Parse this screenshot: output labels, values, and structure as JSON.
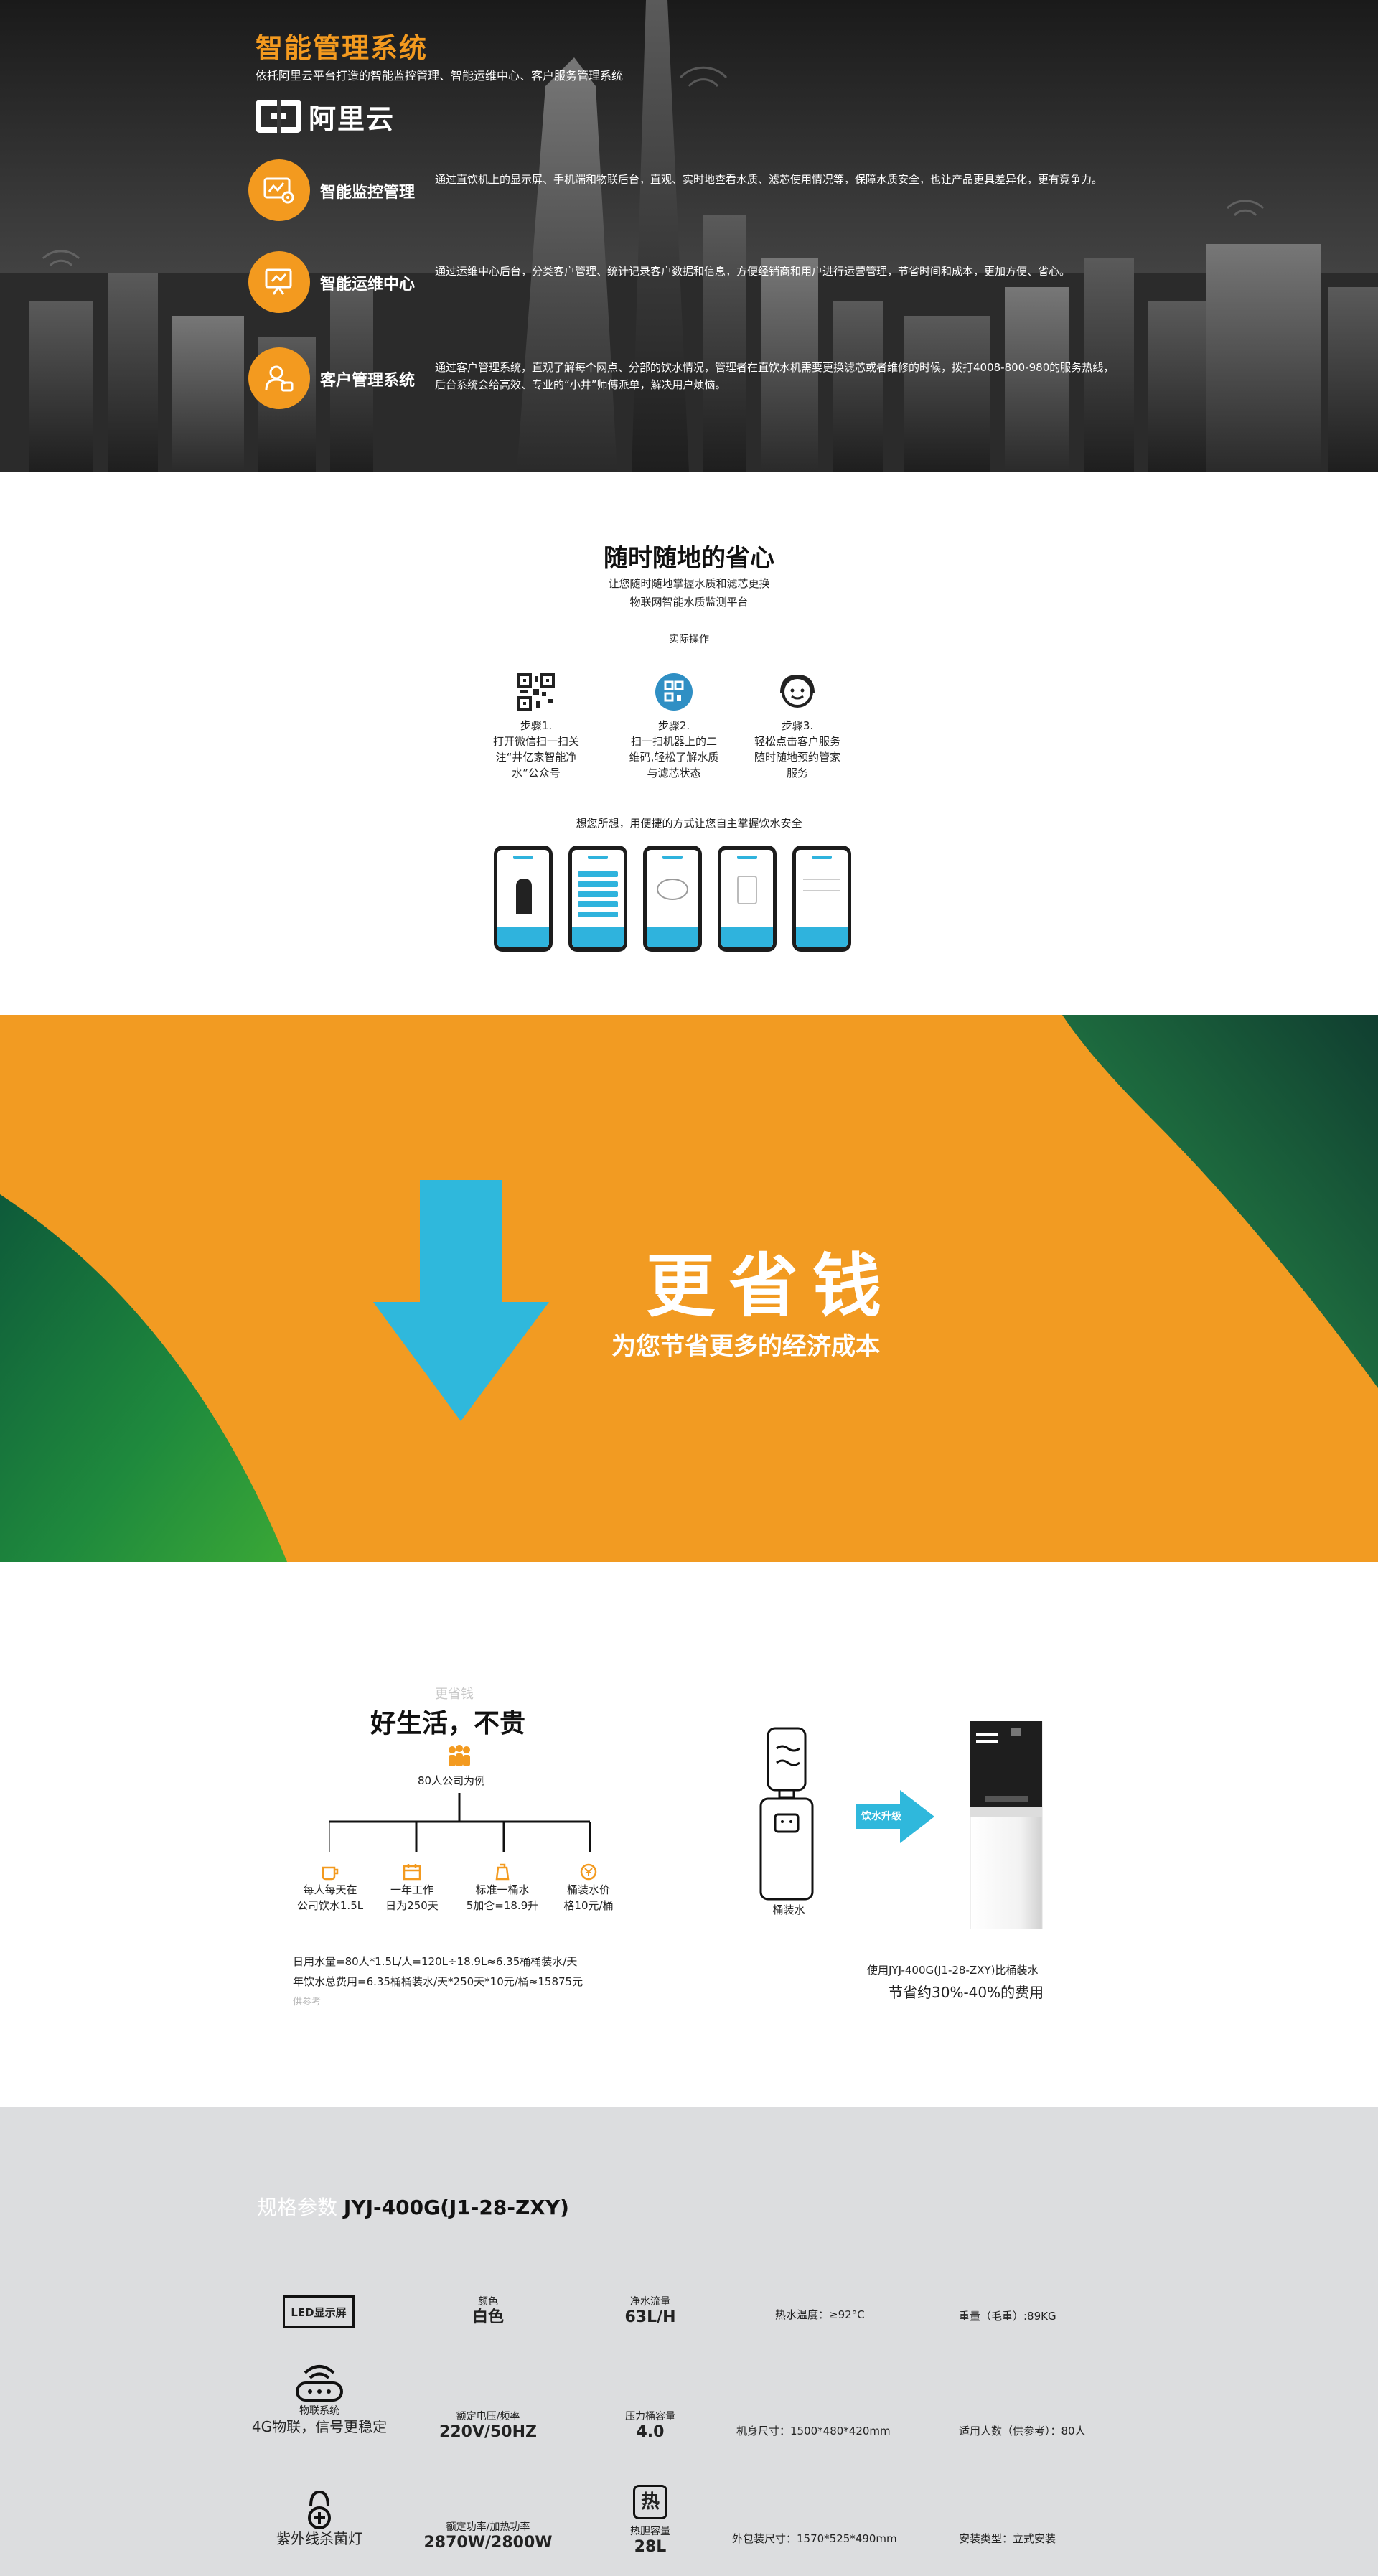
{
  "hero": {
    "title": "智能管理系统",
    "subtitle": "依托阿里云平台打造的智能监控管理、智能运维中心、客户服务管理系统",
    "logo_text": "阿里云",
    "features": [
      {
        "name": "智能监控管理",
        "desc": "通过直饮机上的显示屏、手机端和物联后台，直观、实时地查看水质、滤芯使用情况等，保障水质安全，也让产品更具差异化，更有竞争力。",
        "icon": "monitor-eye-icon"
      },
      {
        "name": "智能运维中心",
        "desc": "通过运维中心后台，分类客户管理、统计记录客户数据和信息，方便经销商和用户进行运营管理，节省时间和成本，更加方便、省心。",
        "icon": "presentation-icon"
      },
      {
        "name": "客户管理系统",
        "desc": "通过客户管理系统，直观了解每个网点、分部的饮水情况，管理者在直饮水机需要更换滤芯或者维修的时候，拨打4008-800-980的服务热线，后台系统会给高效、专业的“小井”师傅派单，解决用户烦恼。",
        "icon": "user-manage-icon"
      }
    ]
  },
  "section2": {
    "title": "随时随地的省心",
    "sub1": "让您随时随地掌握水质和滤芯更换",
    "sub2": "物联网智能水质监测平台",
    "ops": "实际操作",
    "steps": [
      {
        "title": "步骤1.",
        "desc": "打开微信扫一扫关注“井亿家智能净水”公众号",
        "icon": "qr-code-icon"
      },
      {
        "title": "步骤2.",
        "desc": "扫一扫机器上的二维码,轻松了解水质与滤芯状态",
        "icon": "scan-badge-icon"
      },
      {
        "title": "步骤3.",
        "desc": "轻松点击客户服务   随时随地预约管家服务",
        "icon": "customer-service-icon"
      }
    ],
    "caption": "想您所想，用便捷的方式让您自主掌握饮水安全"
  },
  "section3": {
    "headline": "更省钱",
    "subline": "为您节省更多的经济成本",
    "arrow_color": "#2fb8dc",
    "bg_color": "#f29b22"
  },
  "section4": {
    "ghost": "更省钱",
    "title": "好生活，不贵",
    "people_caption": "80人公司为例",
    "leaves": [
      {
        "l1": "每人每天在",
        "l2": "公司饮水1.5L",
        "icon": "cup-icon"
      },
      {
        "l1": "一年工作",
        "l2": "日为250天",
        "icon": "calendar-icon"
      },
      {
        "l1": "标准一桶水",
        "l2": "5加仑=18.9升",
        "icon": "bucket-icon"
      },
      {
        "l1": "桶装水价",
        "l2": "格10元/桶",
        "icon": "price-icon"
      }
    ],
    "calc1": "日用水量=80人*1.5L/人=120L÷18.9L≈6.35桶桶装水/天",
    "calc2": "年饮水总费用=6.35桶桶装水/天*250天*10元/桶≈15875元",
    "ref": "供参考",
    "bottle_caption": "桶装水",
    "upgrade": "饮水升级",
    "compare1": "使用JYJ-400G(J1-28-ZXY)比桶装水",
    "compare2": "节省约30%-40%的费用"
  },
  "section5": {
    "head_ghost": "规格参数",
    "head_model": "JYJ-400G(J1-28-ZXY)",
    "led": "LED显示屏",
    "color_label": "颜色",
    "color_value": "白色",
    "flow_label": "净水流量",
    "flow_value": "63L/H",
    "hot_temp": "热水温度：≥92°C",
    "weight": "重量（毛重）:89KG",
    "iot_label": "物联系统",
    "iot_value": "4G物联，信号更稳定",
    "voltage_label": "额定电压/频率",
    "voltage_value": "220V/50HZ",
    "tank_label": "压力桶容量",
    "tank_value": "4.0",
    "size": "机身尺寸：1500*480*420mm",
    "people": "适用人数（供参考）：80人",
    "uv": "紫外线杀菌灯",
    "power_label": "额定功率/加热功率",
    "power_value": "2870W/2800W",
    "hot_icon": "热",
    "heat_label": "热胆容量",
    "heat_value": "28L",
    "pack": "外包装尺寸：1570*525*490mm",
    "install": "安装类型：立式安装"
  }
}
